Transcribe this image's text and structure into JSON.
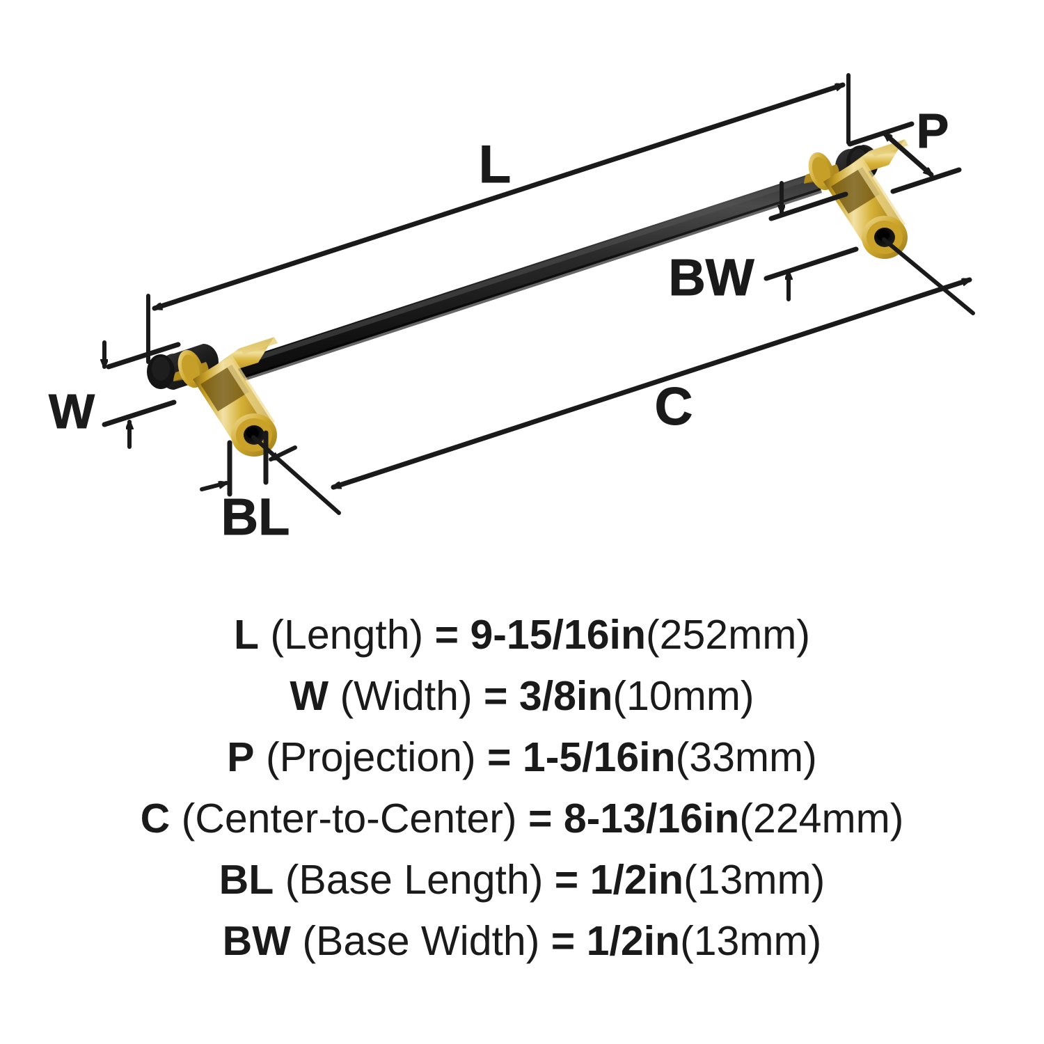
{
  "product": {
    "type": "cabinet-bar-pull",
    "bar_color": "#1a1a1a",
    "hardware_color": "#c9a227",
    "hardware_highlight": "#f0dc96",
    "hardware_shadow": "#9a7a1a",
    "line_color": "#1a1a1a",
    "background": "#ffffff"
  },
  "diagram": {
    "labels": {
      "length": "L",
      "width": "W",
      "projection": "P",
      "center_to_center": "C",
      "base_length": "BL",
      "base_width": "BW"
    }
  },
  "specs": [
    {
      "code": "L",
      "name": "(Length)",
      "eq": "=",
      "imperial": "9-15/16in",
      "metric": "(252mm)"
    },
    {
      "code": "W",
      "name": "(Width)",
      "eq": "=",
      "imperial": "3/8in",
      "metric": "(10mm)"
    },
    {
      "code": "P",
      "name": "(Projection)",
      "eq": "=",
      "imperial": "1-5/16in",
      "metric": "(33mm)"
    },
    {
      "code": "C",
      "name": "(Center-to-Center)",
      "eq": "=",
      "imperial": "8-13/16in",
      "metric": "(224mm)"
    },
    {
      "code": "BL",
      "name": "(Base Length)",
      "eq": "=",
      "imperial": "1/2in",
      "metric": "(13mm)"
    },
    {
      "code": "BW",
      "name": "(Base Width)",
      "eq": "=",
      "imperial": "1/2in",
      "metric": "(13mm)"
    }
  ]
}
